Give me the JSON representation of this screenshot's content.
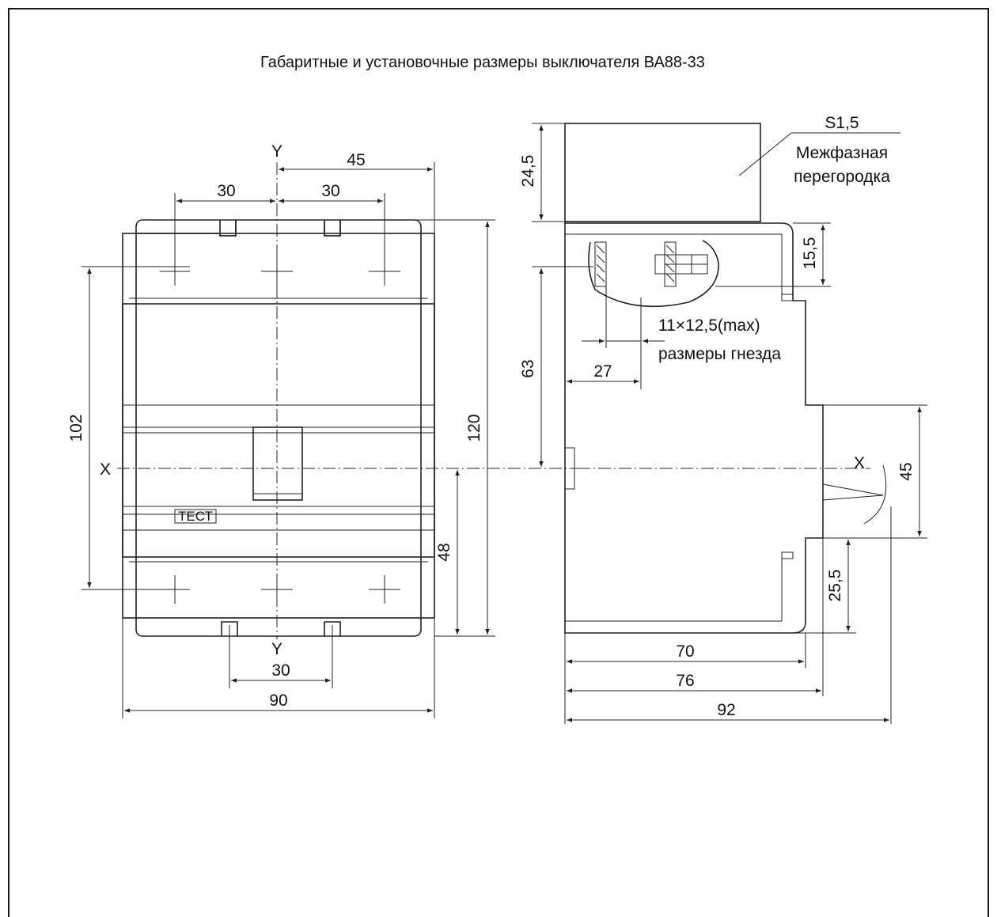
{
  "title": "Габаритные и установочные размеры выключателя ВА88-33",
  "axes": {
    "y_top": "Y",
    "y_bottom": "Y",
    "x_left": "X",
    "x_right": "X"
  },
  "front_view": {
    "dim_45": "45",
    "dim_30_left": "30",
    "dim_30_right": "30",
    "dim_102": "102",
    "dim_120": "120",
    "dim_48": "48",
    "dim_30_bottom": "30",
    "dim_90": "90",
    "test_label": "ТЕСТ"
  },
  "side_view": {
    "dim_24_5": "24,5",
    "dim_15_5": "15,5",
    "dim_63": "63",
    "dim_27": "27",
    "socket_size": "11×12,5(max)",
    "socket_caption": "размеры гнезда",
    "partition_code": "S1,5",
    "partition_line1": "Межфазная",
    "partition_line2": "перегородка",
    "dim_45": "45",
    "dim_25_5": "25,5",
    "dim_70": "70",
    "dim_76": "76",
    "dim_92": "92"
  }
}
